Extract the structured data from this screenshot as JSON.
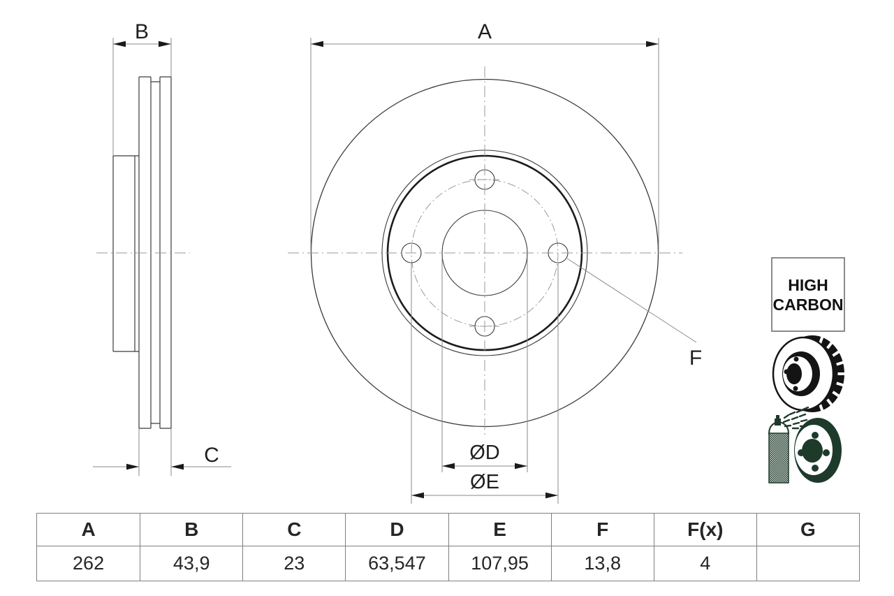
{
  "drawing": {
    "labels": {
      "a": "A",
      "b": "B",
      "c": "C",
      "f": "F",
      "dd": "ØD",
      "de": "ØE"
    },
    "badge": {
      "line1": "HIGH",
      "line2": "CARBON"
    },
    "colors": {
      "outline": "#3a3a3a",
      "dimension_line": "#8a8a8a",
      "centerline": "#9a9a9a",
      "arrow": "#1a1a1a",
      "icon_black": "#141414",
      "icon_green": "#1e3a2b",
      "table_border": "#7f7f7f"
    }
  },
  "table": {
    "headers": [
      "A",
      "B",
      "C",
      "D",
      "E",
      "F",
      "F(x)",
      "G"
    ],
    "values": [
      "262",
      "43,9",
      "23",
      "63,547",
      "107,95",
      "13,8",
      "4",
      ""
    ]
  }
}
